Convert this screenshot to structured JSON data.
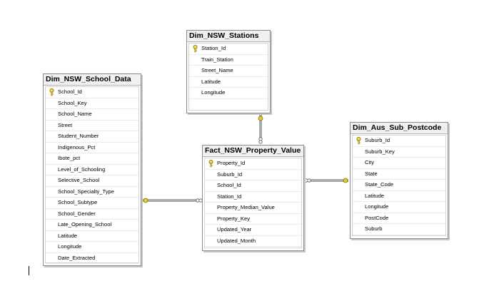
{
  "tables": {
    "stations": {
      "title": "Dim_NSW_Stations",
      "columns": [
        {
          "name": "Station_Id",
          "key": true
        },
        {
          "name": "Train_Station",
          "key": false
        },
        {
          "name": "Street_Name",
          "key": false
        },
        {
          "name": "Latitude",
          "key": false
        },
        {
          "name": "Longitude",
          "key": false
        }
      ]
    },
    "school": {
      "title": "Dim_NSW_School_Data",
      "columns": [
        {
          "name": "School_Id",
          "key": true
        },
        {
          "name": "School_Key",
          "key": false
        },
        {
          "name": "School_Name",
          "key": false
        },
        {
          "name": "Street",
          "key": false
        },
        {
          "name": "Student_Number",
          "key": false
        },
        {
          "name": "Indigenous_Pct",
          "key": false
        },
        {
          "name": "Ibote_pct",
          "key": false
        },
        {
          "name": "Level_of_Schooling",
          "key": false
        },
        {
          "name": "Selective_School",
          "key": false
        },
        {
          "name": "School_Specialty_Type",
          "key": false
        },
        {
          "name": "School_Subtype",
          "key": false
        },
        {
          "name": "School_Gender",
          "key": false
        },
        {
          "name": "Late_Opening_School",
          "key": false
        },
        {
          "name": "Latitude",
          "key": false
        },
        {
          "name": "Longitude",
          "key": false
        },
        {
          "name": "Date_Extracted",
          "key": false
        }
      ]
    },
    "property": {
      "title": "Fact_NSW_Property_Value",
      "columns": [
        {
          "name": "Property_Id",
          "key": true
        },
        {
          "name": "Suburb_Id",
          "key": false
        },
        {
          "name": "School_Id",
          "key": false
        },
        {
          "name": "Station_Id",
          "key": false
        },
        {
          "name": "Property_Median_Value",
          "key": false
        },
        {
          "name": "Property_Key",
          "key": false
        },
        {
          "name": "Updated_Year",
          "key": false
        },
        {
          "name": "Updated_Month",
          "key": false
        }
      ]
    },
    "postcode": {
      "title": "Dim_Aus_Sub_Postcode",
      "columns": [
        {
          "name": "Suburb_Id",
          "key": true
        },
        {
          "name": "Suburb_Key",
          "key": false
        },
        {
          "name": "City",
          "key": false
        },
        {
          "name": "State",
          "key": false
        },
        {
          "name": "State_Code",
          "key": false
        },
        {
          "name": "Latitude",
          "key": false
        },
        {
          "name": "Longitude",
          "key": false
        },
        {
          "name": "PostCode",
          "key": false
        },
        {
          "name": "Suburb",
          "key": false
        }
      ]
    }
  },
  "relationships": [
    {
      "one": "stations",
      "many": "property"
    },
    {
      "one": "school",
      "many": "property"
    },
    {
      "one": "postcode",
      "many": "property"
    }
  ],
  "colors": {
    "key_fill": "#e6cf2a",
    "key_stroke": "#7a6a00",
    "line": "#555555"
  },
  "icons": {
    "primary_key": "key-icon"
  }
}
